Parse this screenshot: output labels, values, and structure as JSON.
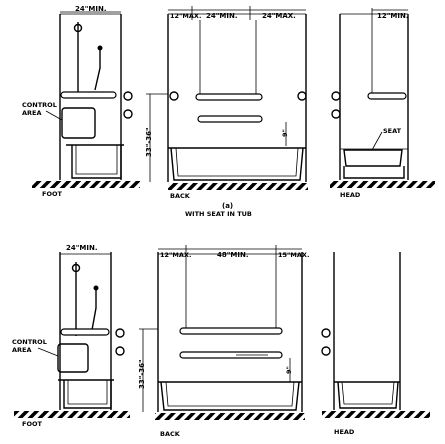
{
  "top": {
    "left": {
      "dim_top": "24\"MIN.",
      "control_label_1": "CONTROL",
      "control_label_2": "AREA",
      "foot_label": "FOOT"
    },
    "middle": {
      "dim_left": "12\"MAX.",
      "dim_center": "24\"MIN.",
      "dim_right": "24\"MAX.",
      "height_dim": "33\"-36\"",
      "grab_dim": "9\"",
      "back_label": "BACK"
    },
    "right": {
      "dim_top": "12\"MIN.",
      "seat_label": "SEAT",
      "head_label": "HEAD"
    },
    "caption_letter": "(a)",
    "caption_text": "WITH SEAT IN TUB"
  },
  "bottom": {
    "left": {
      "dim_top": "24\"MIN.",
      "control_label_1": "CONTROL",
      "control_label_2": "AREA",
      "foot_label": "FOOT"
    },
    "middle": {
      "dim_left": "12\"MAX.",
      "dim_center": "48\"MIN.",
      "dim_right": "15\"MAX.",
      "height_dim": "33\"-36\"",
      "grab_dim": "9\"",
      "back_label": "BACK"
    },
    "right": {
      "head_label": "HEAD"
    }
  }
}
